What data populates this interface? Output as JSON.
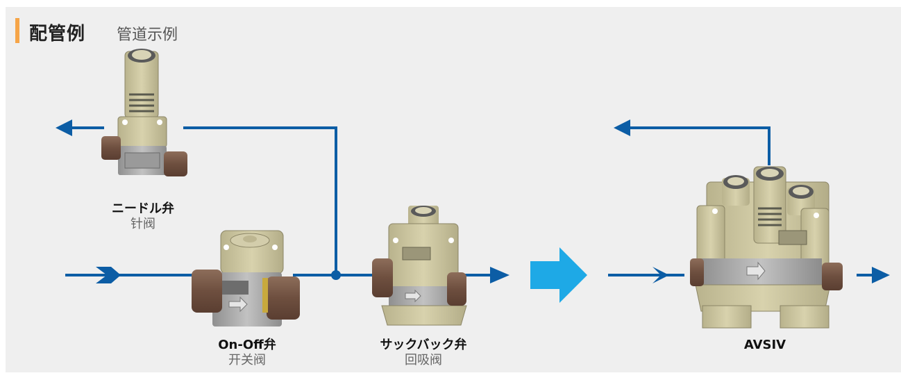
{
  "title": {
    "main": "配管例",
    "sub": "管道示例"
  },
  "valves": {
    "needle": {
      "ja": "ニードル弁",
      "zh": "针阀"
    },
    "onoff": {
      "ja": "On-Off弁",
      "zh": "开关阀"
    },
    "suckback": {
      "ja": "サックバック弁",
      "zh": "回吸阀"
    },
    "avsiv": {
      "ja": "AVSIV"
    }
  },
  "colors": {
    "pipe": "#0c5da5",
    "transform_arrow": "#1ea9e6",
    "title_accent": "#f6a548",
    "valve_body": "#cfc9a3",
    "valve_knob": "#7a5a48",
    "valve_grey": "#a6a6a6"
  }
}
